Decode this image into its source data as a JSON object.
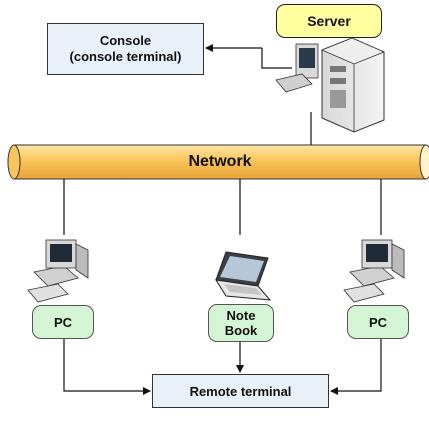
{
  "console": {
    "line1": "Console",
    "line2": "(console terminal)"
  },
  "server": {
    "label": "Server"
  },
  "network": {
    "label": "Network"
  },
  "pc_left": {
    "label": "PC"
  },
  "notebook": {
    "line1": "Note",
    "line2": "Book"
  },
  "pc_right": {
    "label": "PC"
  },
  "remote": {
    "label": "Remote terminal"
  },
  "colors": {
    "network_pipe": "#f9c55a",
    "server_label_bg": "#ffffa0",
    "client_label_bg": "#d4f5d4",
    "terminal_box_bg": "#e8f0f8"
  },
  "icons": [
    "server-tower-icon",
    "desktop-pc-icon",
    "laptop-icon"
  ]
}
